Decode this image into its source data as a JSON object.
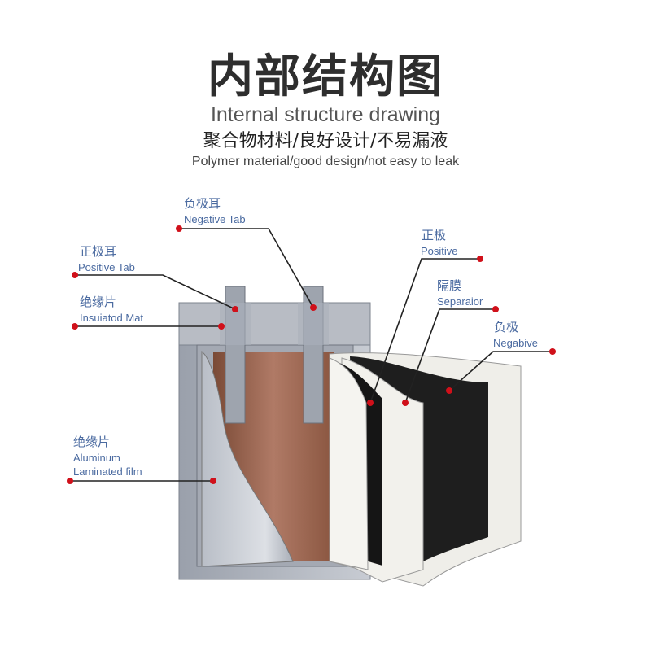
{
  "header": {
    "title": "内部结构图",
    "subtitle": "Internal structure drawing",
    "tagline_cn": "聚合物材料/良好设计/不易漏液",
    "tagline_en": "Polymer material/good design/not easy to leak"
  },
  "labels": {
    "negative_tab": {
      "cn": "负极耳",
      "en": "Negative Tab"
    },
    "positive_tab": {
      "cn": "正极耳",
      "en": "Positive Tab"
    },
    "insulated_mat": {
      "cn": "绝缘片",
      "en": "Insuiatod Mat"
    },
    "aluminum_film": {
      "cn": "绝缘片",
      "en1": "Aluminum",
      "en2": "Laminated film"
    },
    "positive": {
      "cn": "正极",
      "en": "Positive"
    },
    "separator": {
      "cn": "隔膜",
      "en": "Separaior"
    },
    "negative": {
      "cn": "负极",
      "en": "Negabive"
    }
  },
  "colors": {
    "dot": "#d0101a",
    "label": "#4a6aa0"
  }
}
